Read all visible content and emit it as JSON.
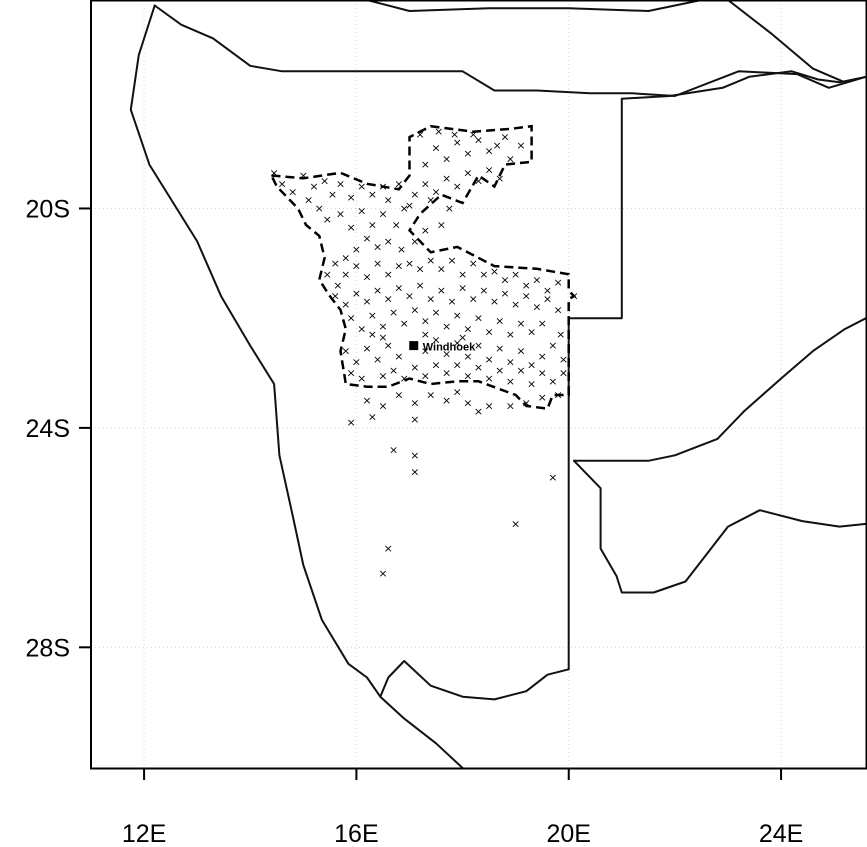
{
  "chart_data": {
    "type": "scatter",
    "title": "",
    "xlabel": "",
    "ylabel": "",
    "xlim": [
      11.0,
      25.6
    ],
    "ylim": [
      -30.2,
      -16.2
    ],
    "x_ticks": [
      {
        "value": 12,
        "label": "12E"
      },
      {
        "value": 16,
        "label": "16E"
      },
      {
        "value": 20,
        "label": "20E"
      },
      {
        "value": 24,
        "label": "24E"
      }
    ],
    "y_ticks": [
      {
        "value": -20,
        "label": "20S"
      },
      {
        "value": -24,
        "label": "24S"
      },
      {
        "value": -28,
        "label": "28S"
      }
    ],
    "grid": true,
    "city": {
      "name": "Windhoek",
      "lon": 17.08,
      "lat": -22.5
    },
    "marker_symbol": "×",
    "study_area_boundary": [
      [
        14.4,
        -19.4
      ],
      [
        15.0,
        -19.45
      ],
      [
        15.7,
        -19.35
      ],
      [
        16.2,
        -19.55
      ],
      [
        16.8,
        -19.65
      ],
      [
        17.0,
        -19.4
      ],
      [
        17.0,
        -18.7
      ],
      [
        17.4,
        -18.5
      ],
      [
        18.2,
        -18.6
      ],
      [
        18.9,
        -18.55
      ],
      [
        19.3,
        -18.5
      ],
      [
        19.3,
        -19.15
      ],
      [
        18.8,
        -19.2
      ],
      [
        18.6,
        -19.6
      ],
      [
        18.3,
        -19.4
      ],
      [
        18.0,
        -19.9
      ],
      [
        17.6,
        -19.75
      ],
      [
        17.2,
        -20.1
      ],
      [
        17.0,
        -20.4
      ],
      [
        17.4,
        -20.8
      ],
      [
        17.9,
        -20.7
      ],
      [
        18.6,
        -21.05
      ],
      [
        19.4,
        -21.1
      ],
      [
        20.0,
        -21.2
      ],
      [
        20.0,
        -21.5
      ],
      [
        20.1,
        -21.6
      ],
      [
        20.0,
        -21.65
      ],
      [
        20.0,
        -23.4
      ],
      [
        19.7,
        -23.4
      ],
      [
        19.6,
        -23.65
      ],
      [
        19.2,
        -23.6
      ],
      [
        19.0,
        -23.4
      ],
      [
        18.3,
        -23.15
      ],
      [
        17.9,
        -23.15
      ],
      [
        17.4,
        -23.2
      ],
      [
        17.0,
        -23.1
      ],
      [
        16.6,
        -23.25
      ],
      [
        16.2,
        -23.25
      ],
      [
        15.8,
        -23.2
      ],
      [
        15.7,
        -22.6
      ],
      [
        15.8,
        -22.2
      ],
      [
        15.7,
        -21.85
      ],
      [
        15.5,
        -21.6
      ],
      [
        15.3,
        -21.3
      ],
      [
        15.4,
        -20.9
      ],
      [
        15.3,
        -20.5
      ],
      [
        15.05,
        -20.3
      ],
      [
        14.9,
        -20.0
      ],
      [
        14.7,
        -19.8
      ],
      [
        14.5,
        -19.6
      ],
      [
        14.4,
        -19.4
      ]
    ],
    "boundaries": [
      [
        [
          12.2,
          -16.3
        ],
        [
          11.9,
          -17.2
        ],
        [
          11.75,
          -18.2
        ],
        [
          12.1,
          -19.2
        ],
        [
          13.0,
          -20.6
        ],
        [
          13.45,
          -21.6
        ],
        [
          14.0,
          -22.5
        ],
        [
          14.45,
          -23.2
        ],
        [
          14.55,
          -24.5
        ],
        [
          14.8,
          -25.6
        ],
        [
          15.0,
          -26.5
        ],
        [
          15.35,
          -27.5
        ],
        [
          15.85,
          -28.3
        ],
        [
          16.2,
          -28.55
        ],
        [
          16.45,
          -28.9
        ],
        [
          16.9,
          -29.3
        ],
        [
          17.5,
          -29.75
        ],
        [
          18.0,
          -30.2
        ]
      ],
      [
        [
          12.2,
          -16.3
        ],
        [
          12.7,
          -16.65
        ],
        [
          13.3,
          -16.9
        ],
        [
          14.0,
          -17.4
        ],
        [
          14.6,
          -17.5
        ],
        [
          16.0,
          -17.5
        ],
        [
          18.0,
          -17.5
        ],
        [
          18.6,
          -17.85
        ],
        [
          19.4,
          -17.85
        ],
        [
          20.4,
          -17.9
        ],
        [
          21.2,
          -17.9
        ],
        [
          22.0,
          -17.95
        ],
        [
          23.2,
          -17.5
        ],
        [
          24.3,
          -17.55
        ],
        [
          24.9,
          -17.8
        ],
        [
          25.6,
          -17.6
        ]
      ],
      [
        [
          25.6,
          -17.6
        ],
        [
          25.1,
          -17.7
        ],
        [
          24.7,
          -17.65
        ],
        [
          24.2,
          -17.5
        ],
        [
          23.4,
          -17.6
        ],
        [
          22.9,
          -17.8
        ],
        [
          21.9,
          -17.95
        ],
        [
          21.0,
          -18.0
        ]
      ],
      [
        [
          21.0,
          -18.0
        ],
        [
          21.0,
          -22.0
        ],
        [
          20.0,
          -22.0
        ],
        [
          20.0,
          -28.4
        ]
      ],
      [
        [
          20.0,
          -28.4
        ],
        [
          19.6,
          -28.5
        ],
        [
          19.2,
          -28.8
        ],
        [
          18.6,
          -28.95
        ],
        [
          18.0,
          -28.9
        ],
        [
          17.4,
          -28.7
        ],
        [
          16.9,
          -28.25
        ],
        [
          16.6,
          -28.55
        ],
        [
          16.45,
          -28.9
        ]
      ],
      [
        [
          23.0,
          -16.2
        ],
        [
          23.8,
          -16.8
        ],
        [
          24.6,
          -17.45
        ],
        [
          25.2,
          -17.7
        ]
      ],
      [
        [
          25.6,
          -22.0
        ],
        [
          25.2,
          -22.2
        ],
        [
          24.6,
          -22.6
        ],
        [
          24.0,
          -23.1
        ],
        [
          23.3,
          -23.7
        ],
        [
          22.8,
          -24.2
        ],
        [
          22.0,
          -24.5
        ],
        [
          21.5,
          -24.6
        ],
        [
          20.9,
          -24.6
        ],
        [
          20.1,
          -24.6
        ]
      ],
      [
        [
          20.1,
          -24.6
        ],
        [
          20.6,
          -25.1
        ],
        [
          20.6,
          -26.2
        ],
        [
          20.9,
          -26.7
        ],
        [
          21.0,
          -27.0
        ],
        [
          21.6,
          -27.0
        ],
        [
          22.2,
          -26.8
        ],
        [
          23.0,
          -25.8
        ],
        [
          23.6,
          -25.5
        ],
        [
          24.4,
          -25.7
        ],
        [
          25.1,
          -25.8
        ],
        [
          25.6,
          -25.75
        ]
      ],
      [
        [
          16.2,
          -16.2
        ],
        [
          17.0,
          -16.4
        ],
        [
          18.5,
          -16.35
        ],
        [
          20.0,
          -16.35
        ],
        [
          21.5,
          -16.4
        ],
        [
          22.5,
          -16.2
        ]
      ]
    ],
    "points": [
      [
        14.45,
        -19.35
      ],
      [
        14.6,
        -19.55
      ],
      [
        14.8,
        -19.7
      ],
      [
        15.0,
        -19.4
      ],
      [
        15.2,
        -19.6
      ],
      [
        15.4,
        -19.5
      ],
      [
        15.1,
        -19.85
      ],
      [
        15.3,
        -20.0
      ],
      [
        15.55,
        -19.75
      ],
      [
        15.7,
        -19.55
      ],
      [
        15.9,
        -19.8
      ],
      [
        16.1,
        -19.6
      ],
      [
        16.3,
        -19.75
      ],
      [
        16.5,
        -19.6
      ],
      [
        16.8,
        -19.55
      ],
      [
        15.45,
        -20.2
      ],
      [
        15.7,
        -20.1
      ],
      [
        15.9,
        -20.35
      ],
      [
        16.1,
        -20.05
      ],
      [
        16.3,
        -20.3
      ],
      [
        16.5,
        -20.1
      ],
      [
        16.75,
        -20.3
      ],
      [
        16.9,
        -20.0
      ],
      [
        16.6,
        -19.85
      ],
      [
        17.1,
        -19.75
      ],
      [
        17.3,
        -19.55
      ],
      [
        17.5,
        -19.7
      ],
      [
        17.7,
        -19.45
      ],
      [
        17.9,
        -19.6
      ],
      [
        18.1,
        -19.35
      ],
      [
        18.3,
        -19.5
      ],
      [
        18.5,
        -19.3
      ],
      [
        18.7,
        -19.45
      ],
      [
        18.9,
        -19.1
      ],
      [
        19.1,
        -18.85
      ],
      [
        18.8,
        -18.7
      ],
      [
        18.5,
        -18.95
      ],
      [
        18.3,
        -18.75
      ],
      [
        18.1,
        -19.0
      ],
      [
        17.9,
        -18.8
      ],
      [
        17.7,
        -19.1
      ],
      [
        17.5,
        -18.9
      ],
      [
        17.3,
        -19.2
      ],
      [
        17.2,
        -18.65
      ],
      [
        17.55,
        -18.6
      ],
      [
        17.85,
        -18.65
      ],
      [
        18.2,
        -18.65
      ],
      [
        18.65,
        -18.85
      ],
      [
        17.0,
        -19.95
      ],
      [
        17.4,
        -19.85
      ],
      [
        17.75,
        -20.0
      ],
      [
        17.6,
        -20.3
      ],
      [
        17.3,
        -20.4
      ],
      [
        17.1,
        -20.6
      ],
      [
        16.2,
        -20.55
      ],
      [
        16.4,
        -20.7
      ],
      [
        16.6,
        -20.6
      ],
      [
        16.85,
        -20.75
      ],
      [
        17.0,
        -21.0
      ],
      [
        16.0,
        -20.75
      ],
      [
        15.8,
        -20.9
      ],
      [
        15.6,
        -21.0
      ],
      [
        15.45,
        -21.2
      ],
      [
        15.65,
        -21.4
      ],
      [
        15.8,
        -21.2
      ],
      [
        16.0,
        -21.05
      ],
      [
        16.2,
        -21.25
      ],
      [
        16.4,
        -21.0
      ],
      [
        16.6,
        -21.2
      ],
      [
        16.8,
        -21.05
      ],
      [
        17.2,
        -21.1
      ],
      [
        17.4,
        -20.95
      ],
      [
        17.6,
        -21.1
      ],
      [
        17.8,
        -20.95
      ],
      [
        18.0,
        -21.2
      ],
      [
        18.2,
        -21.0
      ],
      [
        18.4,
        -21.2
      ],
      [
        18.6,
        -21.15
      ],
      [
        18.8,
        -21.3
      ],
      [
        19.0,
        -21.2
      ],
      [
        19.2,
        -21.4
      ],
      [
        19.4,
        -21.3
      ],
      [
        19.6,
        -21.5
      ],
      [
        19.8,
        -21.35
      ],
      [
        15.6,
        -21.6
      ],
      [
        15.8,
        -21.75
      ],
      [
        16.0,
        -21.55
      ],
      [
        16.2,
        -21.7
      ],
      [
        16.4,
        -21.5
      ],
      [
        16.6,
        -21.65
      ],
      [
        16.8,
        -21.45
      ],
      [
        17.0,
        -21.6
      ],
      [
        17.2,
        -21.4
      ],
      [
        17.4,
        -21.65
      ],
      [
        17.6,
        -21.5
      ],
      [
        17.8,
        -21.7
      ],
      [
        18.0,
        -21.45
      ],
      [
        18.2,
        -21.65
      ],
      [
        18.4,
        -21.5
      ],
      [
        18.6,
        -21.7
      ],
      [
        18.8,
        -21.55
      ],
      [
        19.0,
        -21.75
      ],
      [
        19.2,
        -21.6
      ],
      [
        19.4,
        -21.8
      ],
      [
        19.6,
        -21.65
      ],
      [
        19.8,
        -21.85
      ],
      [
        20.1,
        -21.6
      ],
      [
        15.9,
        -22.0
      ],
      [
        16.1,
        -22.2
      ],
      [
        16.3,
        -21.95
      ],
      [
        16.5,
        -22.15
      ],
      [
        16.7,
        -21.9
      ],
      [
        16.9,
        -22.1
      ],
      [
        17.1,
        -21.85
      ],
      [
        17.3,
        -22.05
      ],
      [
        17.5,
        -21.9
      ],
      [
        17.7,
        -22.15
      ],
      [
        17.9,
        -21.95
      ],
      [
        18.1,
        -22.2
      ],
      [
        18.3,
        -22.0
      ],
      [
        18.5,
        -22.25
      ],
      [
        18.7,
        -22.05
      ],
      [
        18.9,
        -22.3
      ],
      [
        19.1,
        -22.1
      ],
      [
        19.3,
        -22.25
      ],
      [
        19.5,
        -22.1
      ],
      [
        19.85,
        -22.3
      ],
      [
        15.8,
        -22.6
      ],
      [
        16.0,
        -22.8
      ],
      [
        16.2,
        -22.55
      ],
      [
        16.4,
        -22.75
      ],
      [
        16.6,
        -22.5
      ],
      [
        16.8,
        -22.7
      ],
      [
        17.3,
        -22.6
      ],
      [
        17.5,
        -22.4
      ],
      [
        17.7,
        -22.65
      ],
      [
        17.9,
        -22.45
      ],
      [
        18.1,
        -22.7
      ],
      [
        18.3,
        -22.5
      ],
      [
        18.5,
        -22.75
      ],
      [
        18.7,
        -22.55
      ],
      [
        18.9,
        -22.8
      ],
      [
        19.1,
        -22.6
      ],
      [
        19.3,
        -22.85
      ],
      [
        19.5,
        -22.7
      ],
      [
        19.7,
        -22.5
      ],
      [
        19.9,
        -22.75
      ],
      [
        16.3,
        -22.3
      ],
      [
        16.5,
        -22.35
      ],
      [
        17.3,
        -22.3
      ],
      [
        18.0,
        -22.35
      ],
      [
        15.9,
        -23.0
      ],
      [
        16.1,
        -23.1
      ],
      [
        16.5,
        -23.05
      ],
      [
        16.7,
        -22.95
      ],
      [
        16.9,
        -23.1
      ],
      [
        17.1,
        -22.9
      ],
      [
        17.3,
        -23.05
      ],
      [
        17.5,
        -22.85
      ],
      [
        17.7,
        -23.0
      ],
      [
        17.9,
        -22.85
      ],
      [
        18.1,
        -23.05
      ],
      [
        18.3,
        -22.9
      ],
      [
        18.5,
        -23.1
      ],
      [
        18.7,
        -22.95
      ],
      [
        18.9,
        -23.15
      ],
      [
        19.1,
        -22.95
      ],
      [
        19.3,
        -23.2
      ],
      [
        19.5,
        -23.0
      ],
      [
        19.7,
        -23.15
      ],
      [
        19.9,
        -23.0
      ],
      [
        16.2,
        -23.5
      ],
      [
        16.5,
        -23.6
      ],
      [
        16.8,
        -23.4
      ],
      [
        17.1,
        -23.55
      ],
      [
        17.4,
        -23.4
      ],
      [
        17.7,
        -23.5
      ],
      [
        17.9,
        -23.35
      ],
      [
        18.1,
        -23.55
      ],
      [
        18.3,
        -23.7
      ],
      [
        18.5,
        -23.6
      ],
      [
        18.9,
        -23.6
      ],
      [
        19.2,
        -23.55
      ],
      [
        19.5,
        -23.45
      ],
      [
        19.8,
        -23.4
      ],
      [
        16.3,
        -23.8
      ],
      [
        15.9,
        -23.9
      ],
      [
        17.1,
        -23.85
      ],
      [
        16.7,
        -24.4
      ],
      [
        17.1,
        -24.5
      ],
      [
        17.1,
        -24.8
      ],
      [
        19.7,
        -24.9
      ],
      [
        19.0,
        -25.75
      ],
      [
        16.6,
        -26.2
      ],
      [
        16.5,
        -26.65
      ]
    ]
  }
}
